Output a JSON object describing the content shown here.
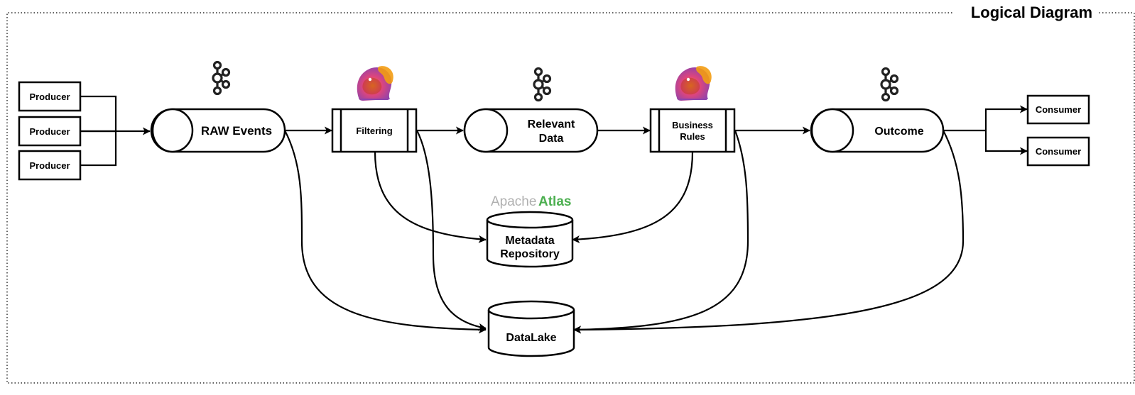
{
  "diagram": {
    "title": "Logical Diagram",
    "producers": [
      "Producer",
      "Producer",
      "Producer"
    ],
    "consumers": [
      "Consumer",
      "Consumer"
    ],
    "topics": {
      "raw": "RAW Events",
      "relevant": [
        "Relevant",
        "Data"
      ],
      "outcome": "Outcome"
    },
    "processors": {
      "filtering": "Filtering",
      "business_rules": [
        "Business",
        "Rules"
      ]
    },
    "stores": {
      "metadata": [
        "Metadata",
        "Repository"
      ],
      "datalake": "DataLake"
    },
    "atlas_logo": {
      "word1": "Apache",
      "word2": "Atlas"
    },
    "icons": {
      "topic": "kafka-icon",
      "processor": "flink-squirrel-icon"
    },
    "colors": {
      "atlas_gray": "#b0b0b0",
      "atlas_green": "#4caf50",
      "flink_pink": "#e0457b",
      "flink_purple": "#8e44ad",
      "flink_orange": "#f39c12"
    }
  }
}
